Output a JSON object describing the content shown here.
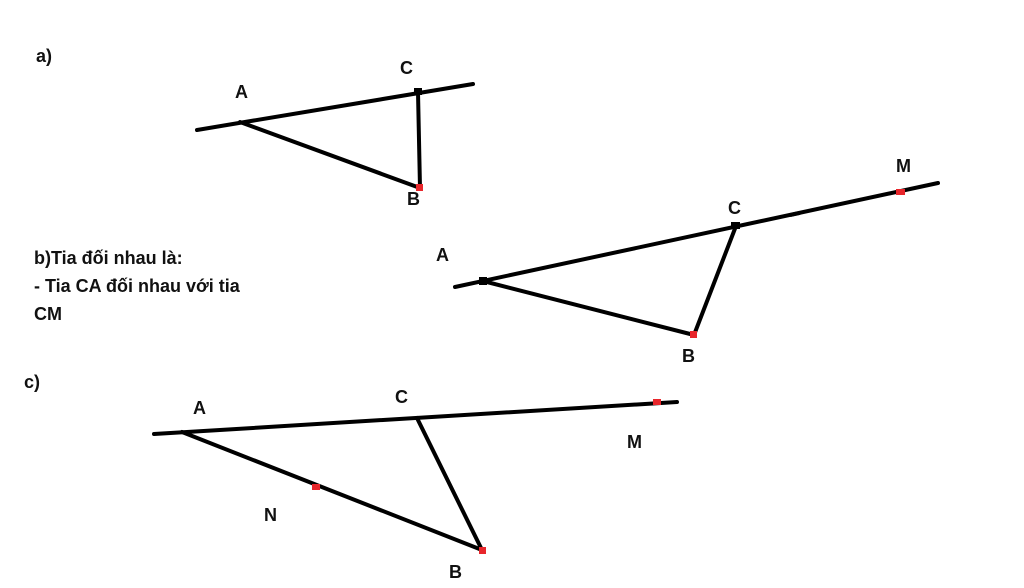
{
  "colors": {
    "line": "#000000",
    "point": "#e8262b",
    "text": "#111111"
  },
  "parts": {
    "a": {
      "label": "a)",
      "points": {
        "A": "A",
        "B": "B",
        "C": "C"
      }
    },
    "b": {
      "points": {
        "A": "A",
        "B": "B",
        "C": "C",
        "M": "M"
      },
      "note": {
        "line1": "b)Tia đối nhau là:",
        "line2": "- Tia CA đối nhau với tia",
        "line3": "CM"
      }
    },
    "c": {
      "label": "c)",
      "points": {
        "A": "A",
        "B": "B",
        "C": "C",
        "M": "M",
        "N": "N"
      }
    }
  }
}
